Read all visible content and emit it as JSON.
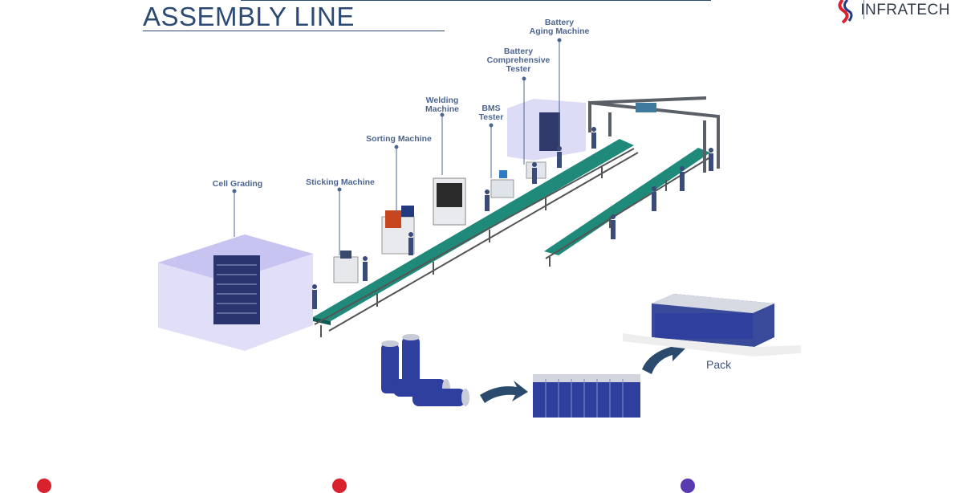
{
  "page": {
    "title": "ASSEMBLY LINE",
    "brand_text": "INFRATECH"
  },
  "stations": [
    {
      "id": "cell-grading",
      "label": "Cell Grading"
    },
    {
      "id": "sticking-machine",
      "label": "Sticking Machine"
    },
    {
      "id": "sorting-machine",
      "label": "Sorting Machine"
    },
    {
      "id": "welding-machine",
      "label": "Welding\nMachine"
    },
    {
      "id": "bms-tester",
      "label": "BMS\nTester"
    },
    {
      "id": "battery-comprehensive-tester",
      "label": "Battery\nComprehensive\nTester"
    },
    {
      "id": "battery-aging-machine",
      "label": "Battery\nAging Machine"
    }
  ],
  "products": {
    "pack_label": "Pack"
  },
  "colors": {
    "title": "#2c4a73",
    "label": "#4d6691",
    "conveyor": "#1f8a7a",
    "cell": "#2f3f9e",
    "arrow": "#2a4a6e",
    "enclosure": "#a9a8e6"
  }
}
